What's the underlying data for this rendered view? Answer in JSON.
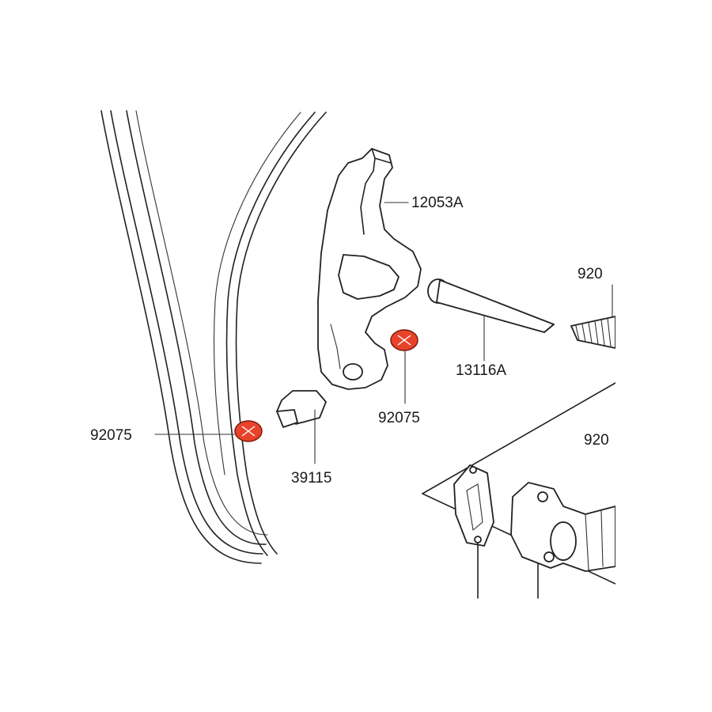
{
  "labels": {
    "guide": "12053A",
    "pin": "13116A",
    "washer_right": "92075",
    "washer_left": "92075",
    "spacer": "39115",
    "spring_partial": "920",
    "case_partial": "920"
  },
  "colors": {
    "background": "#ffffff",
    "line": "#222222",
    "washer_fill": "#e8432a"
  }
}
